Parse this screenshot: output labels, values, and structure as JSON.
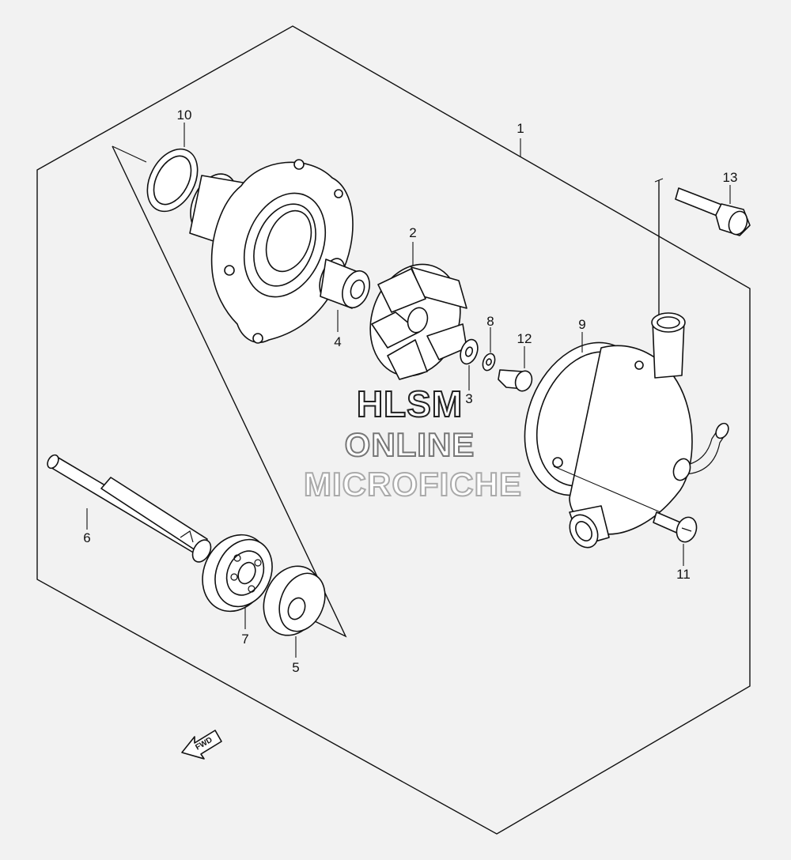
{
  "callouts": {
    "c1": "1",
    "c2": "2",
    "c3": "3",
    "c4": "4",
    "c5": "5",
    "c6": "6",
    "c7": "7",
    "c8": "8",
    "c9": "9",
    "c10": "10",
    "c11": "11",
    "c12": "12",
    "c13": "13"
  },
  "watermark": {
    "line1": "HLSM",
    "line2": "ONLINE",
    "line3": "MICROFICHE"
  },
  "fwd_label": "FWD",
  "colors": {
    "background": "#f2f2f2",
    "line": "#111111",
    "watermark_line1": "#222222",
    "watermark_line2": "#777777",
    "watermark_line3": "#aaaaaa"
  }
}
